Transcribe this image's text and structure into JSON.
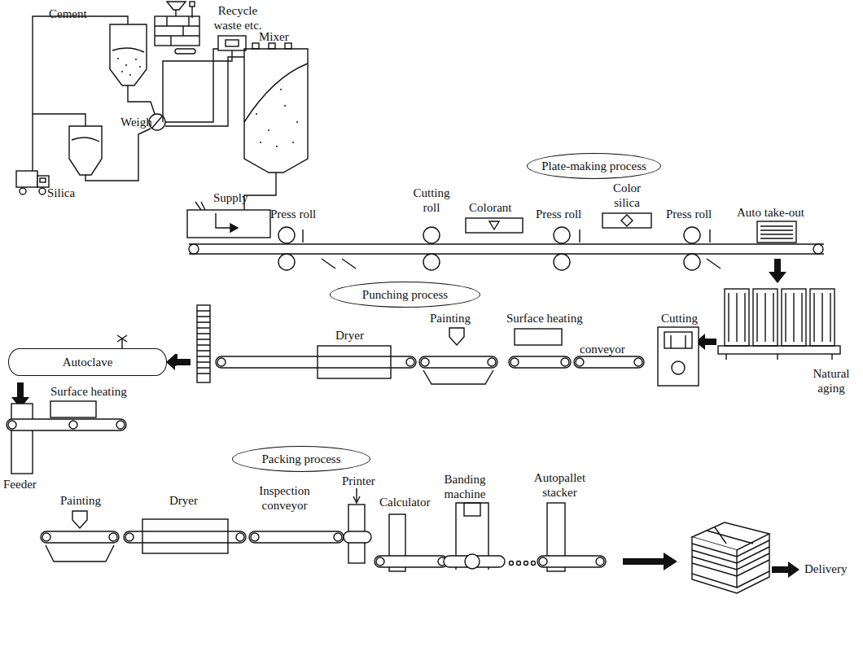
{
  "diagram": {
    "nodes": [
      {
        "text": [
          "Plate-making process"
        ]
      },
      {
        "text": [
          "Punching process"
        ]
      },
      {
        "text": [
          "Autoclave"
        ]
      },
      {
        "text": [
          "Packing process"
        ]
      }
    ],
    "labels": [
      "Cement",
      "Recycle waste etc.",
      "Mixer",
      "Weigh",
      "Silica",
      "Supply",
      "Press roll",
      "Cutting roll",
      "Colorant",
      "Press roll",
      "Color silica",
      "Press roll",
      "Auto take-out",
      "Natural aging",
      "Cutting",
      "conveyor",
      "Surface heating",
      "Painting",
      "Dryer",
      "Surface heating",
      "Feeder",
      "Painting",
      "Dryer",
      "Inspection conveyor",
      "Printer",
      "Calculator",
      "Banding machine",
      "Autopallet stacker",
      "Delivery"
    ]
  }
}
